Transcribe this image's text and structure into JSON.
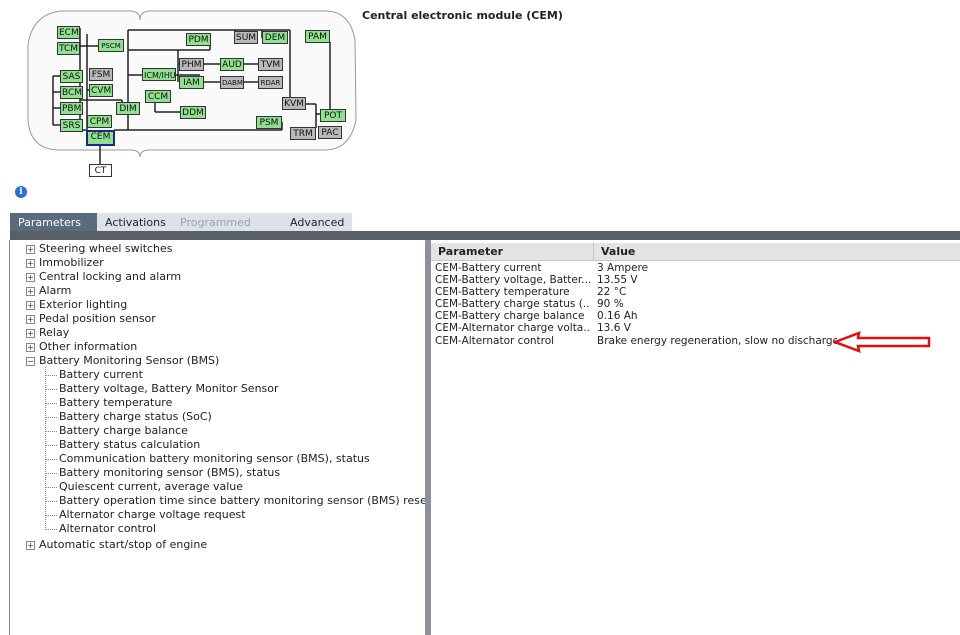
{
  "page": {
    "title": "Central electronic module (CEM)"
  },
  "diagram": {
    "modules": [
      "ECM",
      "TCM",
      "PSCM",
      "SAS",
      "FSM",
      "BCM",
      "CVM",
      "PBM",
      "SRS",
      "CPM",
      "CEM",
      "CT",
      "DIM",
      "ICM/IHU",
      "CCM",
      "PDM",
      "PHM",
      "AUD",
      "TVM",
      "IAM",
      "DABM",
      "RDAR",
      "DDM",
      "SUM",
      "DEM",
      "PAM",
      "KVM",
      "POT",
      "PSM",
      "TRM",
      "PAC"
    ]
  },
  "tabs": [
    {
      "label": "Parameters",
      "state": "active"
    },
    {
      "label": "Activations",
      "state": "normal"
    },
    {
      "label": "Programmed values",
      "state": "disabled"
    },
    {
      "label": "Advanced",
      "state": "normal"
    }
  ],
  "tree": {
    "top_items": [
      "Steering wheel switches",
      "Immobilizer",
      "Central locking and alarm",
      "Alarm",
      "Exterior lighting",
      "Pedal position sensor",
      "Relay",
      "Other information"
    ],
    "expanded": "Battery Monitoring Sensor (BMS)",
    "children": [
      "Battery current",
      "Battery voltage, Battery Monitor Sensor",
      "Battery temperature",
      "Battery charge status (SoC)",
      "Battery charge balance",
      "Battery status calculation",
      "Communication battery monitoring sensor (BMS), status",
      "Battery monitoring sensor (BMS), status",
      "Quiescent current, average value",
      "Battery operation time since battery monitoring sensor (BMS) reset",
      "Alternator charge voltage request",
      "Alternator control"
    ],
    "after": "Automatic start/stop of engine"
  },
  "table": {
    "headers": [
      "Parameter",
      "Value"
    ],
    "rows": [
      [
        "CEM-Battery current",
        "3 Ampere"
      ],
      [
        "CEM-Battery voltage, Batter...",
        "13.55 V"
      ],
      [
        "CEM-Battery temperature",
        "22 °C"
      ],
      [
        "CEM-Battery charge status (...",
        "90 %"
      ],
      [
        "CEM-Battery charge balance",
        "0.16 Ah"
      ],
      [
        "CEM-Alternator charge volta...",
        "13.6 V"
      ],
      [
        "CEM-Alternator control",
        "Brake energy regeneration, slow no discharge"
      ]
    ]
  },
  "colors": {
    "module_green": "#8fe08f",
    "module_gray": "#b9b9b9",
    "tab_active": "#596b7e",
    "annotation_arrow": "#e01010"
  },
  "icons": {
    "info": "info-icon",
    "expand": "plus-box-icon",
    "collapse": "minus-box-icon",
    "annotation": "red-arrow-icon"
  }
}
